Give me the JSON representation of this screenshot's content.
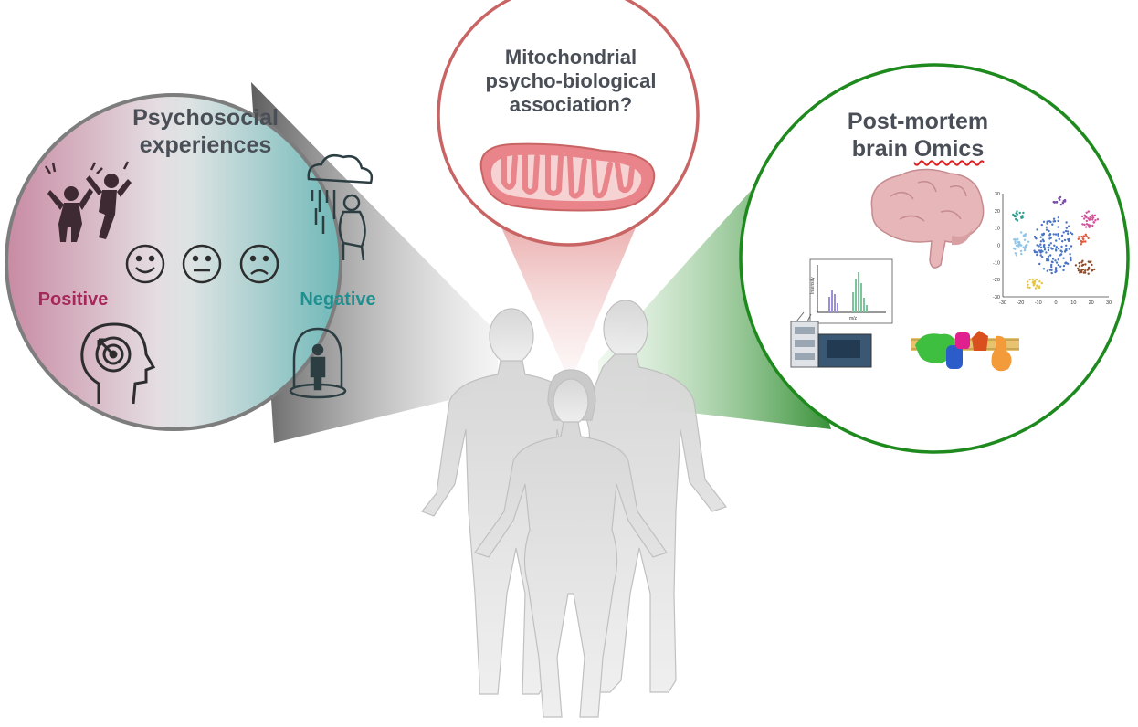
{
  "left_panel": {
    "title_line1": "Psychosocial",
    "title_line2": "experiences",
    "positive_label": "Positive",
    "negative_label": "Negative",
    "positive_color": "#a4285a",
    "negative_color": "#1f8f8f",
    "icons": [
      "jumping-people-icon",
      "smiling-face-icon",
      "neutral-face-icon",
      "sad-face-icon",
      "rain-cloud-sad-person-icon",
      "mind-target-head-icon",
      "isolated-person-dome-icon"
    ]
  },
  "center_panel": {
    "title_line1": "Mitochondrial",
    "title_line2": "psycho-biological",
    "title_line3": "association?",
    "border_color": "#c96464",
    "icons": [
      "mitochondrion-icon",
      "human-bodies-icon"
    ]
  },
  "right_panel": {
    "title_line1": "Post-mortem",
    "title_line2_prefix": "brain ",
    "title_line2_word": "Omics",
    "border_color": "#1e8a1e",
    "mass_spec_axis_y": "Intensity",
    "mass_spec_axis_x": "m/z",
    "tsne_x_ticks": [
      "-30",
      "-20",
      "-10",
      "0",
      "10",
      "20",
      "30"
    ],
    "tsne_y_ticks": [
      "30",
      "20",
      "10",
      "0",
      "-10",
      "-20",
      "-30"
    ],
    "icons": [
      "brain-icon",
      "mass-spectrometer-icon",
      "tsne-scatter-plot-icon",
      "membrane-proteins-icon"
    ]
  }
}
